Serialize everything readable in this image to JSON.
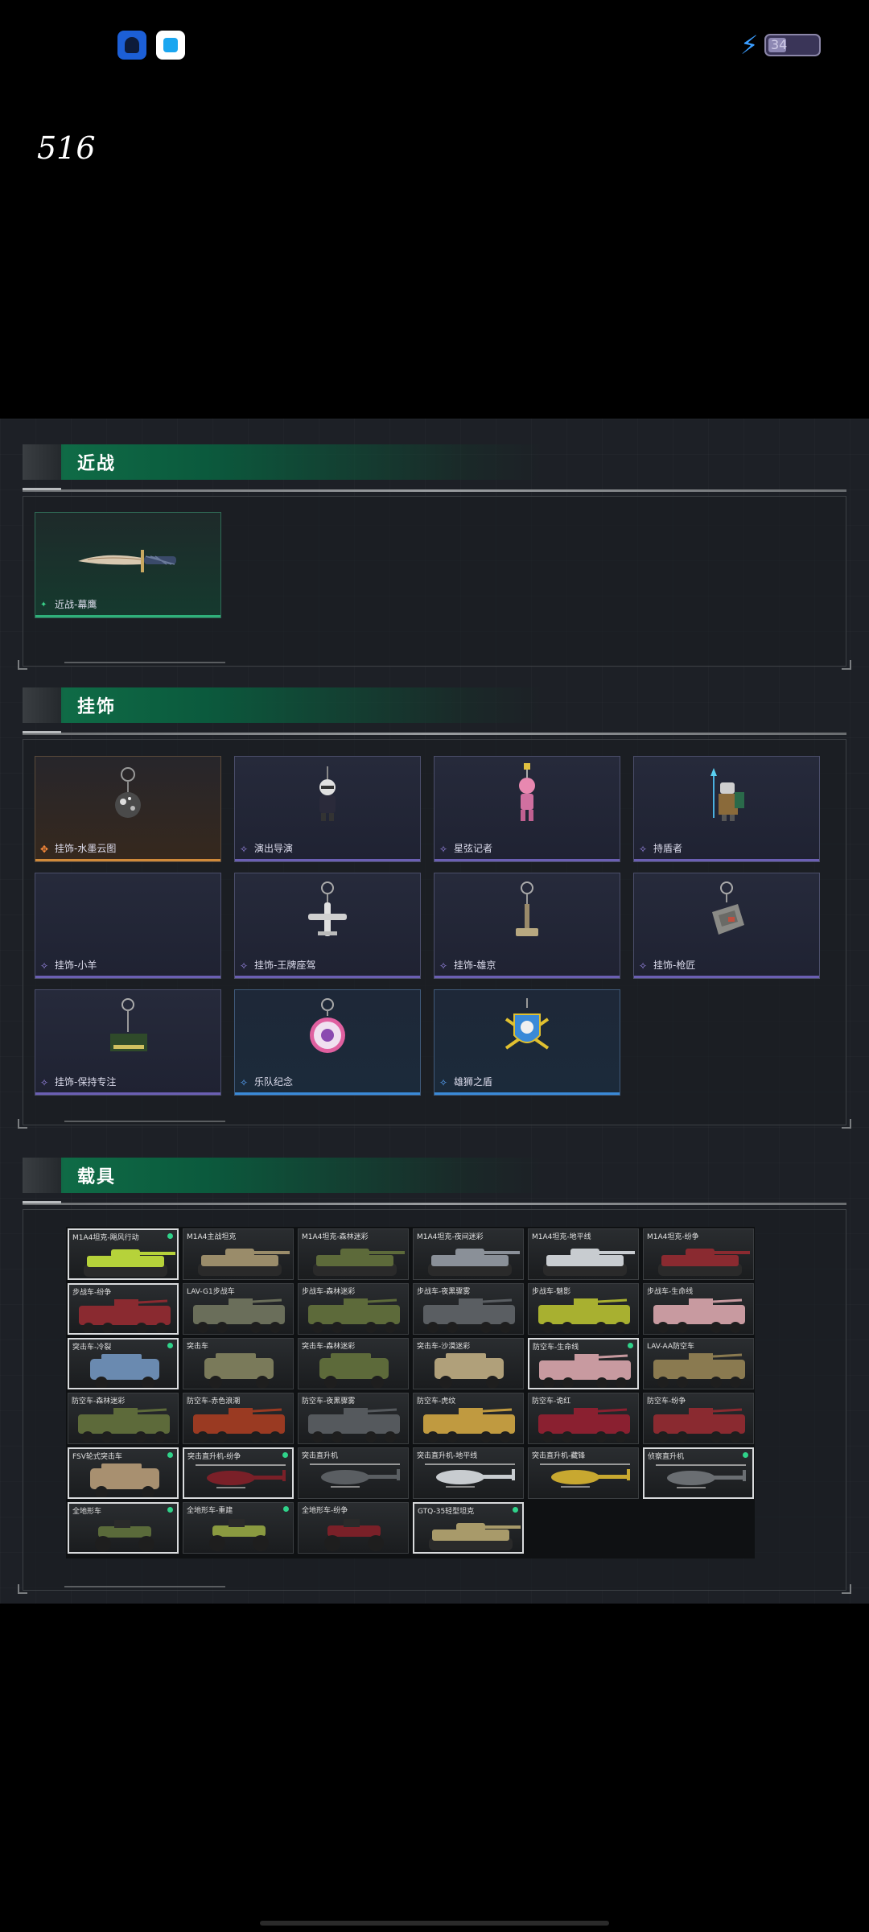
{
  "status_bar": {
    "battery": "34",
    "icons": [
      "app-icon-1",
      "app-icon-2",
      "charging-bolt-icon",
      "battery-icon"
    ]
  },
  "page_number": "516",
  "sections": {
    "melee": {
      "title": "近战",
      "items": [
        {
          "label": "近战-幕鹰",
          "rarity": "green"
        }
      ]
    },
    "charms": {
      "title": "挂饰",
      "items": [
        {
          "label": "挂饰-水墨云图",
          "rarity": "gold"
        },
        {
          "label": "演出导演",
          "rarity": "purple"
        },
        {
          "label": "星弦记者",
          "rarity": "purple"
        },
        {
          "label": "持盾者",
          "rarity": "purple"
        },
        {
          "label": "挂饰-小羊",
          "rarity": "purple"
        },
        {
          "label": "挂饰-王牌座驾",
          "rarity": "purple"
        },
        {
          "label": "挂饰-雄京",
          "rarity": "purple"
        },
        {
          "label": "挂饰-枪匠",
          "rarity": "purple"
        },
        {
          "label": "挂饰-保持专注",
          "rarity": "purple"
        },
        {
          "label": "乐队纪念",
          "rarity": "blue"
        },
        {
          "label": "雄狮之盾",
          "rarity": "blue"
        }
      ]
    },
    "vehicles": {
      "title": "载具",
      "items": [
        {
          "label": "M1A4坦克-飓风行动",
          "type": "tank",
          "color": "#b6d23a",
          "dot": true,
          "selected": true
        },
        {
          "label": "M1A4主战坦克",
          "type": "tank",
          "color": "#9a8c6a",
          "dot": false,
          "selected": false
        },
        {
          "label": "M1A4坦克-森林迷彩",
          "type": "tank",
          "color": "#5d6a3a",
          "dot": false,
          "selected": false
        },
        {
          "label": "M1A4坦克-夜间迷彩",
          "type": "tank",
          "color": "#8a9098",
          "dot": false,
          "selected": false
        },
        {
          "label": "M1A4坦克-地平线",
          "type": "tank",
          "color": "#c8ccd0",
          "dot": false,
          "selected": false
        },
        {
          "label": "M1A4坦克-纷争",
          "type": "tank",
          "color": "#8a2a30",
          "dot": false,
          "selected": false
        },
        {
          "label": "步战车-纷争",
          "type": "ifv",
          "color": "#8a2a30",
          "dot": false,
          "selected": true
        },
        {
          "label": "LAV-G1步战车",
          "type": "ifv",
          "color": "#6a6e5a",
          "dot": false,
          "selected": false
        },
        {
          "label": "步战车-森林迷彩",
          "type": "ifv",
          "color": "#5d6a3a",
          "dot": false,
          "selected": false
        },
        {
          "label": "步战车-夜黑骤雾",
          "type": "ifv",
          "color": "#5a5e62",
          "dot": false,
          "selected": false
        },
        {
          "label": "步战车-魅影",
          "type": "ifv",
          "color": "#a8b030",
          "dot": false,
          "selected": false
        },
        {
          "label": "步战车-生命线",
          "type": "ifv",
          "color": "#c89aa0",
          "dot": false,
          "selected": false
        },
        {
          "label": "突击车-冷裂",
          "type": "truck",
          "color": "#6a8ab0",
          "dot": true,
          "selected": true
        },
        {
          "label": "突击车",
          "type": "truck",
          "color": "#7a7a5a",
          "dot": false,
          "selected": false
        },
        {
          "label": "突击车-森林迷彩",
          "type": "truck",
          "color": "#5d6a3a",
          "dot": false,
          "selected": false
        },
        {
          "label": "突击车-沙漠迷彩",
          "type": "truck",
          "color": "#b0a07a",
          "dot": false,
          "selected": false
        },
        {
          "label": "防空车-生命线",
          "type": "ifv",
          "color": "#c89aa0",
          "dot": true,
          "selected": true
        },
        {
          "label": "LAV-AA防空车",
          "type": "ifv",
          "color": "#8a7a50",
          "dot": false,
          "selected": false
        },
        {
          "label": "防空车-森林迷彩",
          "type": "ifv",
          "color": "#5d6a3a",
          "dot": false,
          "selected": false
        },
        {
          "label": "防空车-赤色浪潮",
          "type": "ifv",
          "color": "#9a3a22",
          "dot": false,
          "selected": false
        },
        {
          "label": "防空车-夜黑骤雾",
          "type": "ifv",
          "color": "#55595d",
          "dot": false,
          "selected": false
        },
        {
          "label": "防空车-虎纹",
          "type": "ifv",
          "color": "#c09a40",
          "dot": false,
          "selected": false
        },
        {
          "label": "防空车-诡红",
          "type": "ifv",
          "color": "#8a2030",
          "dot": false,
          "selected": false
        },
        {
          "label": "防空车-纷争",
          "type": "ifv",
          "color": "#8a2a30",
          "dot": false,
          "selected": false
        },
        {
          "label": "FSV轮式突击车",
          "type": "truck",
          "color": "#a89070",
          "dot": true,
          "selected": true
        },
        {
          "label": "突击直升机-纷争",
          "type": "heli",
          "color": "#7a2028",
          "dot": true,
          "selected": true
        },
        {
          "label": "突击直升机",
          "type": "heli",
          "color": "#5a5e62",
          "dot": false,
          "selected": false
        },
        {
          "label": "突击直升机-地平线",
          "type": "heli",
          "color": "#c8ccd0",
          "dot": false,
          "selected": false
        },
        {
          "label": "突击直升机-藏锋",
          "type": "heli",
          "color": "#c8a830",
          "dot": false,
          "selected": false
        },
        {
          "label": "侦察直升机",
          "type": "heli",
          "color": "#6a6e72",
          "dot": true,
          "selected": true
        },
        {
          "label": "全地形车",
          "type": "atv",
          "color": "#5a6a3a",
          "dot": true,
          "selected": true
        },
        {
          "label": "全地形车-重建",
          "type": "atv",
          "color": "#8a9a40",
          "dot": true,
          "selected": false
        },
        {
          "label": "全地形车-纷争",
          "type": "atv",
          "color": "#7a2028",
          "dot": false,
          "selected": false
        },
        {
          "label": "GTQ-35轻型坦克",
          "type": "tank",
          "color": "#a89a6a",
          "dot": true,
          "selected": true
        }
      ]
    }
  }
}
